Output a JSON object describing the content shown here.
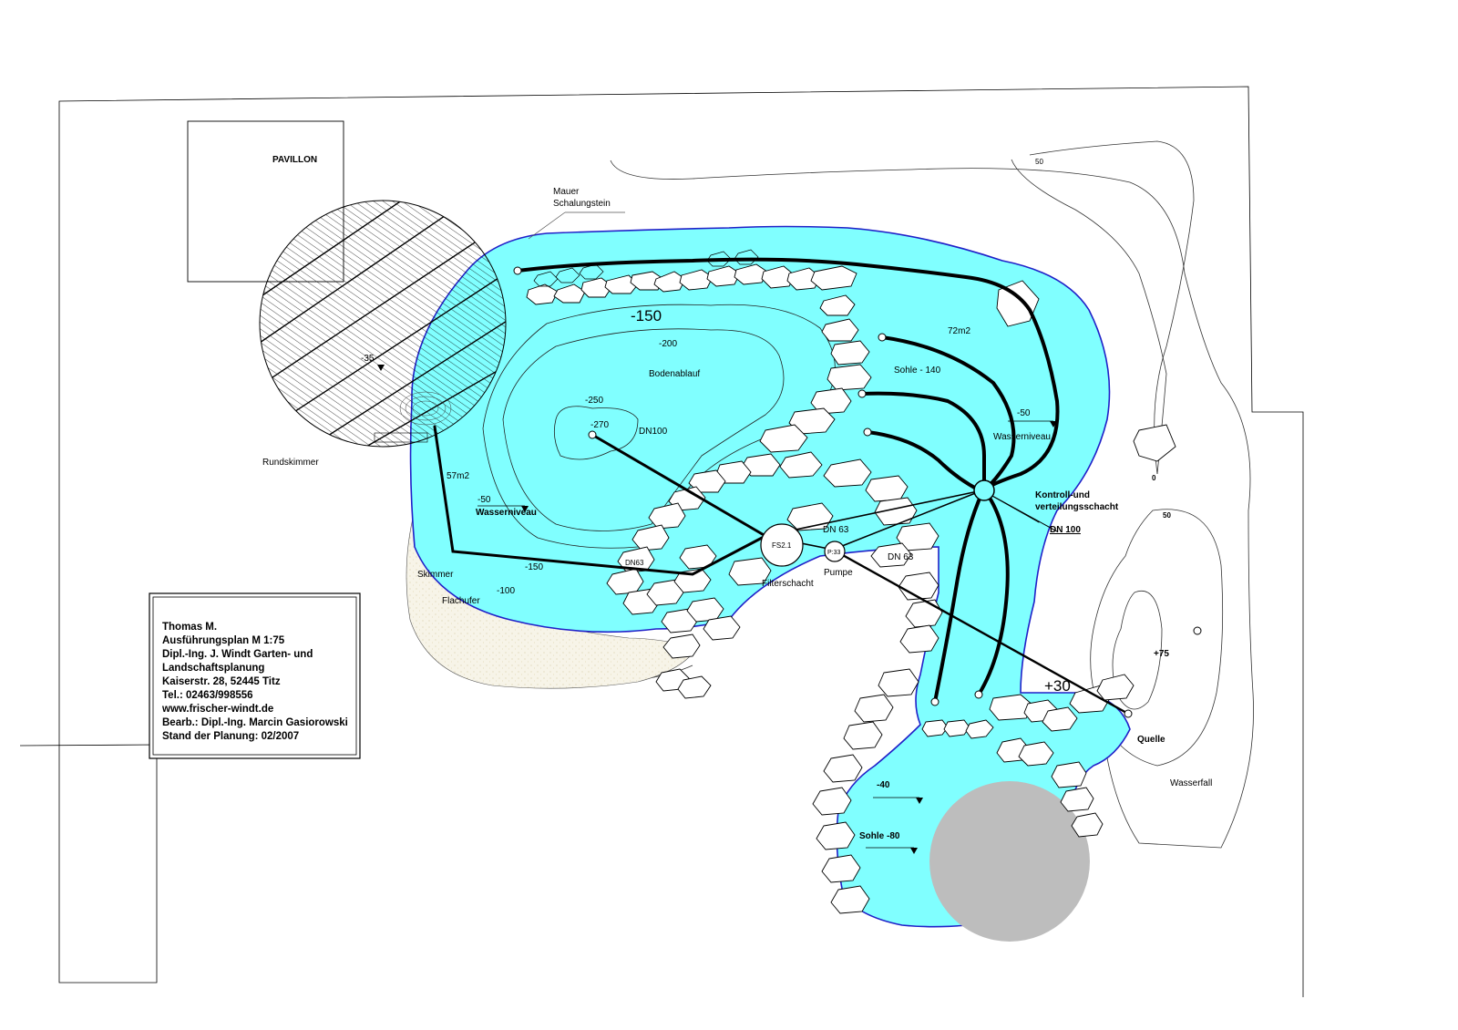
{
  "colors": {
    "water": "#80ffff",
    "water_edge": "#2020c8",
    "line": "#000000",
    "grey_tree": "#bdbdbd",
    "sand": "#f5f1e4",
    "stone_fill": "#ffffff"
  },
  "labels": {
    "pavillon": "PAVILLON",
    "mauer_1": "Mauer",
    "mauer_2": "Schalungstein",
    "depth_150": "-150",
    "depth_200": "-200",
    "depth_250": "-250",
    "depth_270": "-270",
    "bodenablauf": "Bodenablauf",
    "dn100_a": "DN100",
    "area_72": "72m2",
    "sohle_140": "Sohle - 140",
    "minus_50_right": "-50",
    "wasserniveau_right": "Wasserniveau",
    "kontroll_1": "Kontroll-und",
    "kontroll_2": "verteilungsschacht",
    "dn100_b": "DN 100",
    "rundskimmer": "Rundskimmer",
    "minus_35": "-35",
    "area_57": "57m2",
    "minus_50_left": "-50",
    "wasserniveau_left": "Wasserniveau",
    "skimmer": "Skimmer",
    "depth_150_b": "-150",
    "depth_100": "-100",
    "flachufer": "Flachufer",
    "dn63_a": "DN63",
    "fs21": "FS2.1",
    "filterschacht": "Filterschacht",
    "dn63_b": "DN 63",
    "pumpe": "Pumpe",
    "pumpe_tag": "P:33",
    "dn63_c": "DN 63",
    "plus_30": "+30",
    "quelle": "Quelle",
    "wasserfall": "Wasserfall",
    "minus_40": "-40",
    "sohle_80": "Sohle -80",
    "contour_0": "0",
    "contour_50_a": "50",
    "contour_50_b": "50",
    "plus_75": "+75"
  },
  "title_block": {
    "lines": [
      "Thomas M.",
      "Ausführungsplan M 1:75",
      "Dipl.-Ing. J. Windt Garten- und",
      "Landschaftsplanung",
      "Kaiserstr. 28, 52445 Titz",
      "Tel.: 02463/998556",
      "www.frischer-windt.de",
      "Bearb.: Dipl.-Ing. Marcin Gasiorowski",
      "Stand der Planung: 02/2007"
    ]
  }
}
